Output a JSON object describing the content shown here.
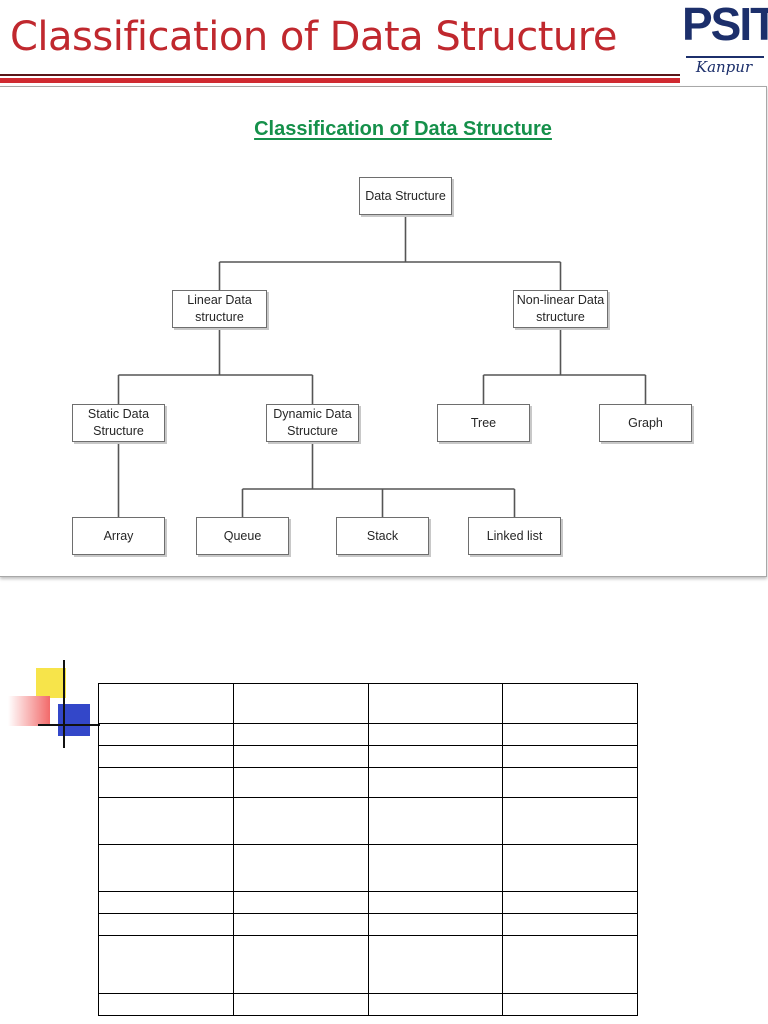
{
  "slide": {
    "title": "Classification of Data Structure",
    "colors": {
      "title": "#c0282e",
      "rule": "#d02a31",
      "logo": "#1c2f6b",
      "diagram_title": "#15904a"
    }
  },
  "logo": {
    "text": "PSIT",
    "subtitle": "Kanpur"
  },
  "diagram": {
    "title": "Classification of Data Structure",
    "nodes": {
      "data_structure": "Data Structure",
      "linear": "Linear Data\nstructure",
      "nonlinear": "Non-linear Data\nstructure",
      "static": "Static Data\nStructure",
      "dynamic": "Dynamic Data\nStructure",
      "tree": "Tree",
      "graph": "Graph",
      "array": "Array",
      "queue": "Queue",
      "stack": "Stack",
      "linked_list": "Linked list"
    },
    "edges": [
      [
        "data_structure",
        "linear"
      ],
      [
        "data_structure",
        "nonlinear"
      ],
      [
        "linear",
        "static"
      ],
      [
        "linear",
        "dynamic"
      ],
      [
        "nonlinear",
        "tree"
      ],
      [
        "nonlinear",
        "graph"
      ],
      [
        "static",
        "array"
      ],
      [
        "dynamic",
        "queue"
      ],
      [
        "dynamic",
        "stack"
      ],
      [
        "dynamic",
        "linked_list"
      ]
    ]
  },
  "table": {
    "columns": 4,
    "rows": 10,
    "cells": [
      [
        "",
        "",
        "",
        ""
      ],
      [
        "",
        "",
        "",
        ""
      ],
      [
        "",
        "",
        "",
        ""
      ],
      [
        "",
        "",
        "",
        ""
      ],
      [
        "",
        "",
        "",
        ""
      ],
      [
        "",
        "",
        "",
        ""
      ],
      [
        "",
        "",
        "",
        ""
      ],
      [
        "",
        "",
        "",
        ""
      ],
      [
        "",
        "",
        "",
        ""
      ],
      [
        "",
        "",
        "",
        ""
      ]
    ]
  }
}
